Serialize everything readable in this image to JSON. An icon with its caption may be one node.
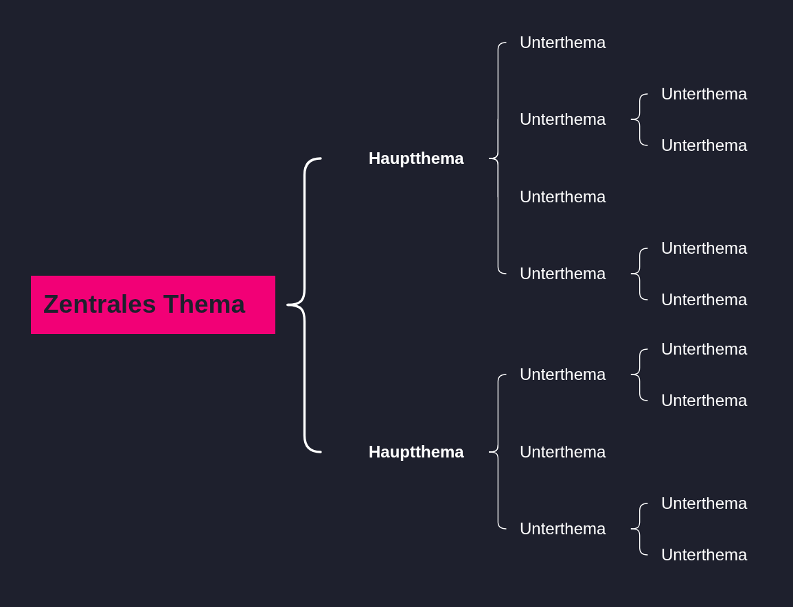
{
  "diagram": {
    "nodes": [
      {
        "text": [
          "Zentrales Thema"
        ]
      },
      {
        "text": [
          "Hauptthema"
        ]
      },
      {
        "text": [
          "Unterthema"
        ]
      },
      {
        "text": [
          "Unterthema"
        ]
      },
      {
        "text": [
          "Unterthema"
        ]
      },
      {
        "text": [
          "Unterthema"
        ]
      },
      {
        "text": [
          "Unterthema"
        ]
      },
      {
        "text": [
          "Unterthema"
        ]
      },
      {
        "text": [
          "Unterthema"
        ]
      },
      {
        "text": [
          "Unterthema"
        ]
      },
      {
        "text": [
          "Hauptthema"
        ]
      },
      {
        "text": [
          "Unterthema"
        ]
      },
      {
        "text": [
          "Unterthema"
        ]
      },
      {
        "text": [
          "Unterthema"
        ]
      },
      {
        "text": [
          "Unterthema"
        ]
      },
      {
        "text": [
          "Unterthema"
        ]
      },
      {
        "text": [
          "Unterthema"
        ]
      },
      {
        "text": [
          "Unterthema"
        ]
      }
    ],
    "edges": [
      {
        "from": 0,
        "to": 1,
        "arrow": "none",
        "style": "thick"
      },
      {
        "from": 0,
        "to": 10,
        "arrow": "none",
        "style": "thick"
      },
      {
        "from": 1,
        "to": 2,
        "arrow": "none"
      },
      {
        "from": 1,
        "to": 3,
        "arrow": "none"
      },
      {
        "from": 1,
        "to": 6,
        "arrow": "none"
      },
      {
        "from": 1,
        "to": 7,
        "arrow": "none"
      },
      {
        "from": 3,
        "to": 4,
        "arrow": "none"
      },
      {
        "from": 3,
        "to": 5,
        "arrow": "none"
      },
      {
        "from": 7,
        "to": 8,
        "arrow": "none"
      },
      {
        "from": 7,
        "to": 9,
        "arrow": "none"
      },
      {
        "from": 10,
        "to": 11,
        "arrow": "none"
      },
      {
        "from": 10,
        "to": 14,
        "arrow": "none"
      },
      {
        "from": 10,
        "to": 15,
        "arrow": "none"
      },
      {
        "from": 11,
        "to": 12,
        "arrow": "none"
      },
      {
        "from": 11,
        "to": 13,
        "arrow": "none"
      },
      {
        "from": 15,
        "to": 16,
        "arrow": "none"
      },
      {
        "from": 15,
        "to": 17,
        "arrow": "none"
      }
    ]
  }
}
